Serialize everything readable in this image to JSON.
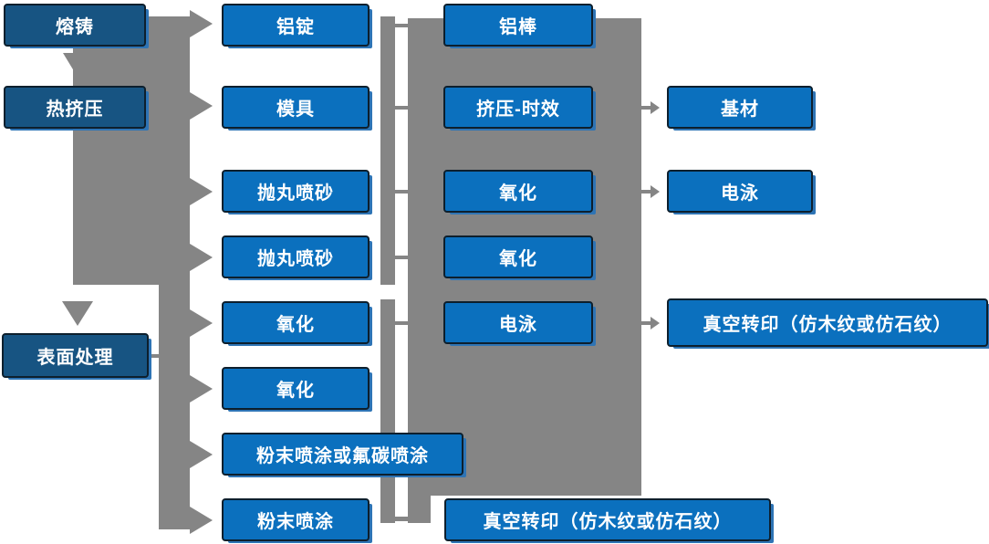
{
  "colors": {
    "stage_box_fill": "#175482",
    "process_box_fill": "#0b70be",
    "box_border": "#0d1f2d",
    "box_text": "#ffffff",
    "box_echo": "#2e74b5",
    "connector_gray": "#858585",
    "background": "#ffffff"
  },
  "flowchart": {
    "nodes": [
      {
        "id": "melt",
        "label": "熔铸",
        "column": 1,
        "row": 1,
        "variant": "dark"
      },
      {
        "id": "extrude",
        "label": "热挤压",
        "column": 1,
        "row": 2,
        "variant": "dark"
      },
      {
        "id": "surface",
        "label": "表面处理",
        "column": 1,
        "row": "5.5",
        "variant": "dark"
      },
      {
        "id": "ingot",
        "label": "铝锭",
        "column": 2,
        "row": 1,
        "variant": "bright"
      },
      {
        "id": "mold",
        "label": "模具",
        "column": 2,
        "row": 2,
        "variant": "bright"
      },
      {
        "id": "blast1",
        "label": "抛丸喷砂",
        "column": 2,
        "row": 3,
        "variant": "bright"
      },
      {
        "id": "blast2",
        "label": "抛丸喷砂",
        "column": 2,
        "row": 4,
        "variant": "bright"
      },
      {
        "id": "oxid1",
        "label": "氧化",
        "column": 2,
        "row": 5,
        "variant": "bright"
      },
      {
        "id": "oxid2",
        "label": "氧化",
        "column": 2,
        "row": 6,
        "variant": "bright"
      },
      {
        "id": "powder_fluoro",
        "label": "粉末喷涂或氟碳喷涂",
        "column": 2,
        "row": 7,
        "variant": "bright"
      },
      {
        "id": "powder",
        "label": "粉末喷涂",
        "column": 2,
        "row": 8,
        "variant": "bright"
      },
      {
        "id": "rod",
        "label": "铝棒",
        "column": 3,
        "row": 1,
        "variant": "bright"
      },
      {
        "id": "extrude_aging",
        "label": "挤压-时效",
        "column": 3,
        "row": 2,
        "variant": "bright"
      },
      {
        "id": "oxid3",
        "label": "氧化",
        "column": 3,
        "row": 3,
        "variant": "bright"
      },
      {
        "id": "oxid4",
        "label": "氧化",
        "column": 3,
        "row": 4,
        "variant": "bright"
      },
      {
        "id": "edp1",
        "label": "电泳",
        "column": 3,
        "row": 5,
        "variant": "bright"
      },
      {
        "id": "vac1",
        "label": "真空转印（仿木纹或仿石纹）",
        "column": 3,
        "row": 8,
        "variant": "bright"
      },
      {
        "id": "base",
        "label": "基材",
        "column": 4,
        "row": 2,
        "variant": "bright"
      },
      {
        "id": "edp2",
        "label": "电泳",
        "column": 4,
        "row": 3,
        "variant": "bright"
      },
      {
        "id": "vac2",
        "label": "真空转印（仿木纹或仿石纹）",
        "column": 4,
        "row": 5,
        "variant": "bright"
      }
    ],
    "arrows": [
      {
        "from": "melt",
        "to": "extrude",
        "type": "down-arrow"
      },
      {
        "from": "extrude",
        "to": "surface",
        "type": "down-arrow"
      },
      {
        "from": "surface",
        "to": "left-pipe",
        "type": "link"
      },
      {
        "from": "left-pipe",
        "to": [
          "ingot",
          "mold",
          "blast1",
          "blast2",
          "oxid1",
          "oxid2",
          "powder_fluoro",
          "powder"
        ],
        "type": "right-arrows"
      },
      {
        "from": [
          "ingot",
          "mold",
          "blast1",
          "blast2",
          "oxid1"
        ],
        "to": "gray-band",
        "type": "stub-links"
      },
      {
        "from": "mid-bar",
        "to": "vac1",
        "type": "stub-link"
      },
      {
        "from": "gray-band",
        "to": [
          "base",
          "edp2",
          "vac2"
        ],
        "type": "thin-right-arrows"
      }
    ]
  }
}
